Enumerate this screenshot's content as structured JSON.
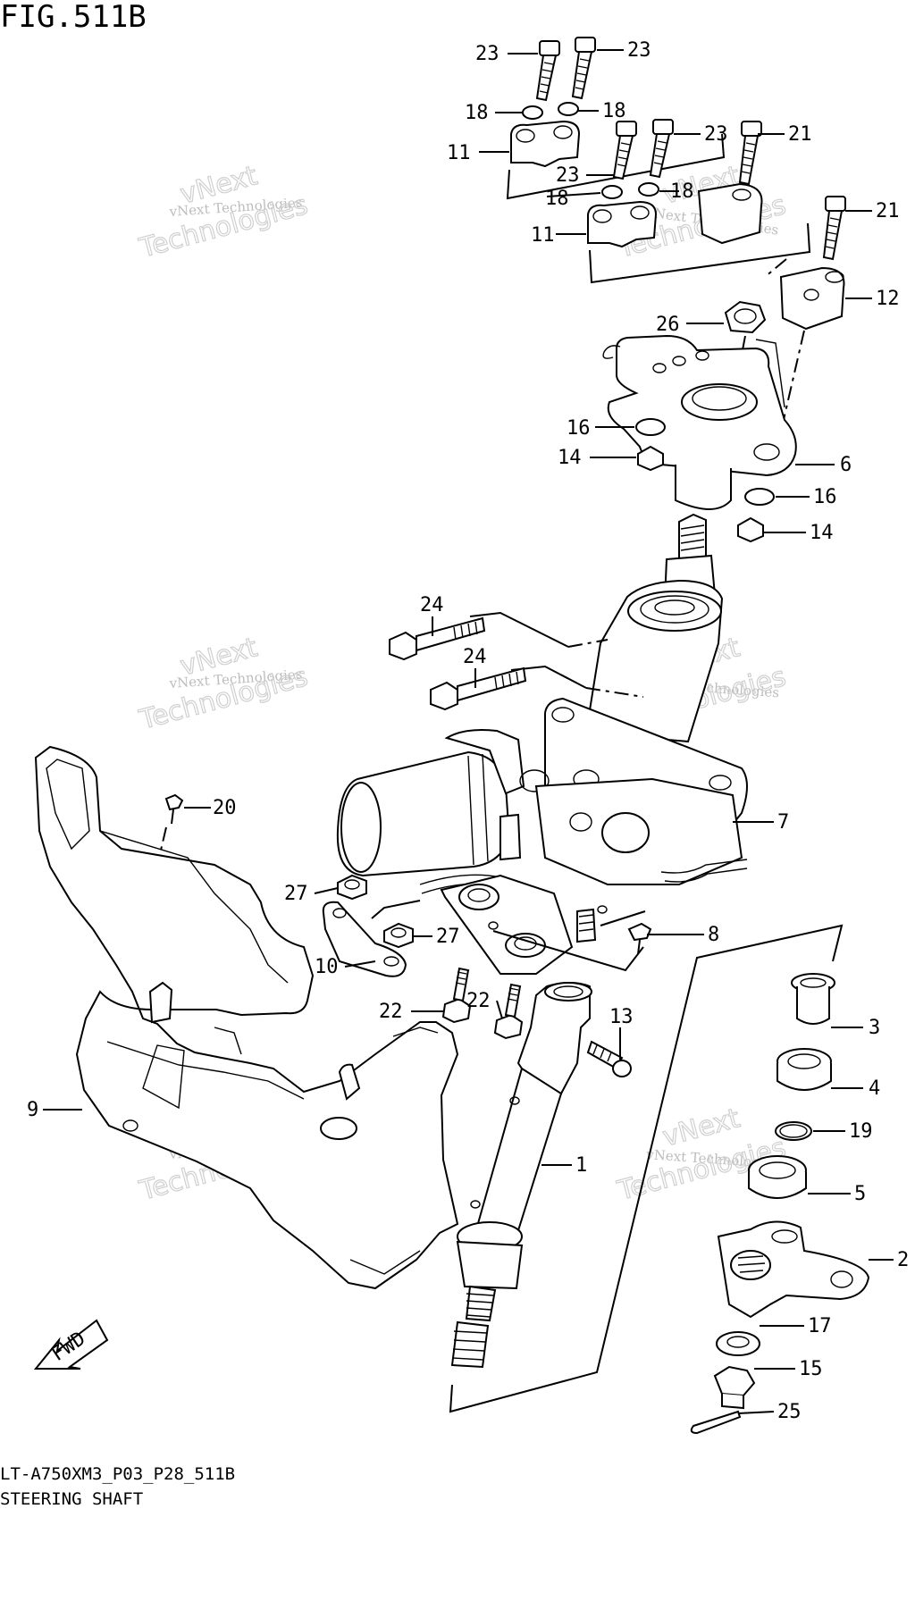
{
  "figure": {
    "title": "FIG.511B",
    "drawing_code": "LT-A750XM3_P03_P28_511B",
    "drawing_name": "STEERING SHAFT"
  },
  "watermark": {
    "text_small": "vNext Technologies",
    "text_large_line1": "vNext",
    "text_large_line2": "Technologies"
  },
  "fwd_label": "FWD",
  "callouts": [
    {
      "id": "c23a",
      "label": "23"
    },
    {
      "id": "c23b",
      "label": "23"
    },
    {
      "id": "c18a",
      "label": "18"
    },
    {
      "id": "c18b",
      "label": "18"
    },
    {
      "id": "c11a",
      "label": "11"
    },
    {
      "id": "c23c",
      "label": "23"
    },
    {
      "id": "c21a",
      "label": "21"
    },
    {
      "id": "c23d",
      "label": "23"
    },
    {
      "id": "c18c",
      "label": "18"
    },
    {
      "id": "c18d",
      "label": "18"
    },
    {
      "id": "c11b",
      "label": "11"
    },
    {
      "id": "c21b",
      "label": "21"
    },
    {
      "id": "c12",
      "label": "12"
    },
    {
      "id": "c26",
      "label": "26"
    },
    {
      "id": "c16a",
      "label": "16"
    },
    {
      "id": "c14a",
      "label": "14"
    },
    {
      "id": "c6",
      "label": "6"
    },
    {
      "id": "c16b",
      "label": "16"
    },
    {
      "id": "c14b",
      "label": "14"
    },
    {
      "id": "c24a",
      "label": "24"
    },
    {
      "id": "c24b",
      "label": "24"
    },
    {
      "id": "c7",
      "label": "7"
    },
    {
      "id": "c20",
      "label": "20"
    },
    {
      "id": "c27a",
      "label": "27"
    },
    {
      "id": "c27b",
      "label": "27"
    },
    {
      "id": "c8",
      "label": "8"
    },
    {
      "id": "c10",
      "label": "10"
    },
    {
      "id": "c22a",
      "label": "22"
    },
    {
      "id": "c22b",
      "label": "22"
    },
    {
      "id": "c13",
      "label": "13"
    },
    {
      "id": "c3",
      "label": "3"
    },
    {
      "id": "c4",
      "label": "4"
    },
    {
      "id": "c9",
      "label": "9"
    },
    {
      "id": "c19",
      "label": "19"
    },
    {
      "id": "c1",
      "label": "1"
    },
    {
      "id": "c5",
      "label": "5"
    },
    {
      "id": "c2",
      "label": "2"
    },
    {
      "id": "c17",
      "label": "17"
    },
    {
      "id": "c15",
      "label": "15"
    },
    {
      "id": "c25",
      "label": "25"
    }
  ]
}
